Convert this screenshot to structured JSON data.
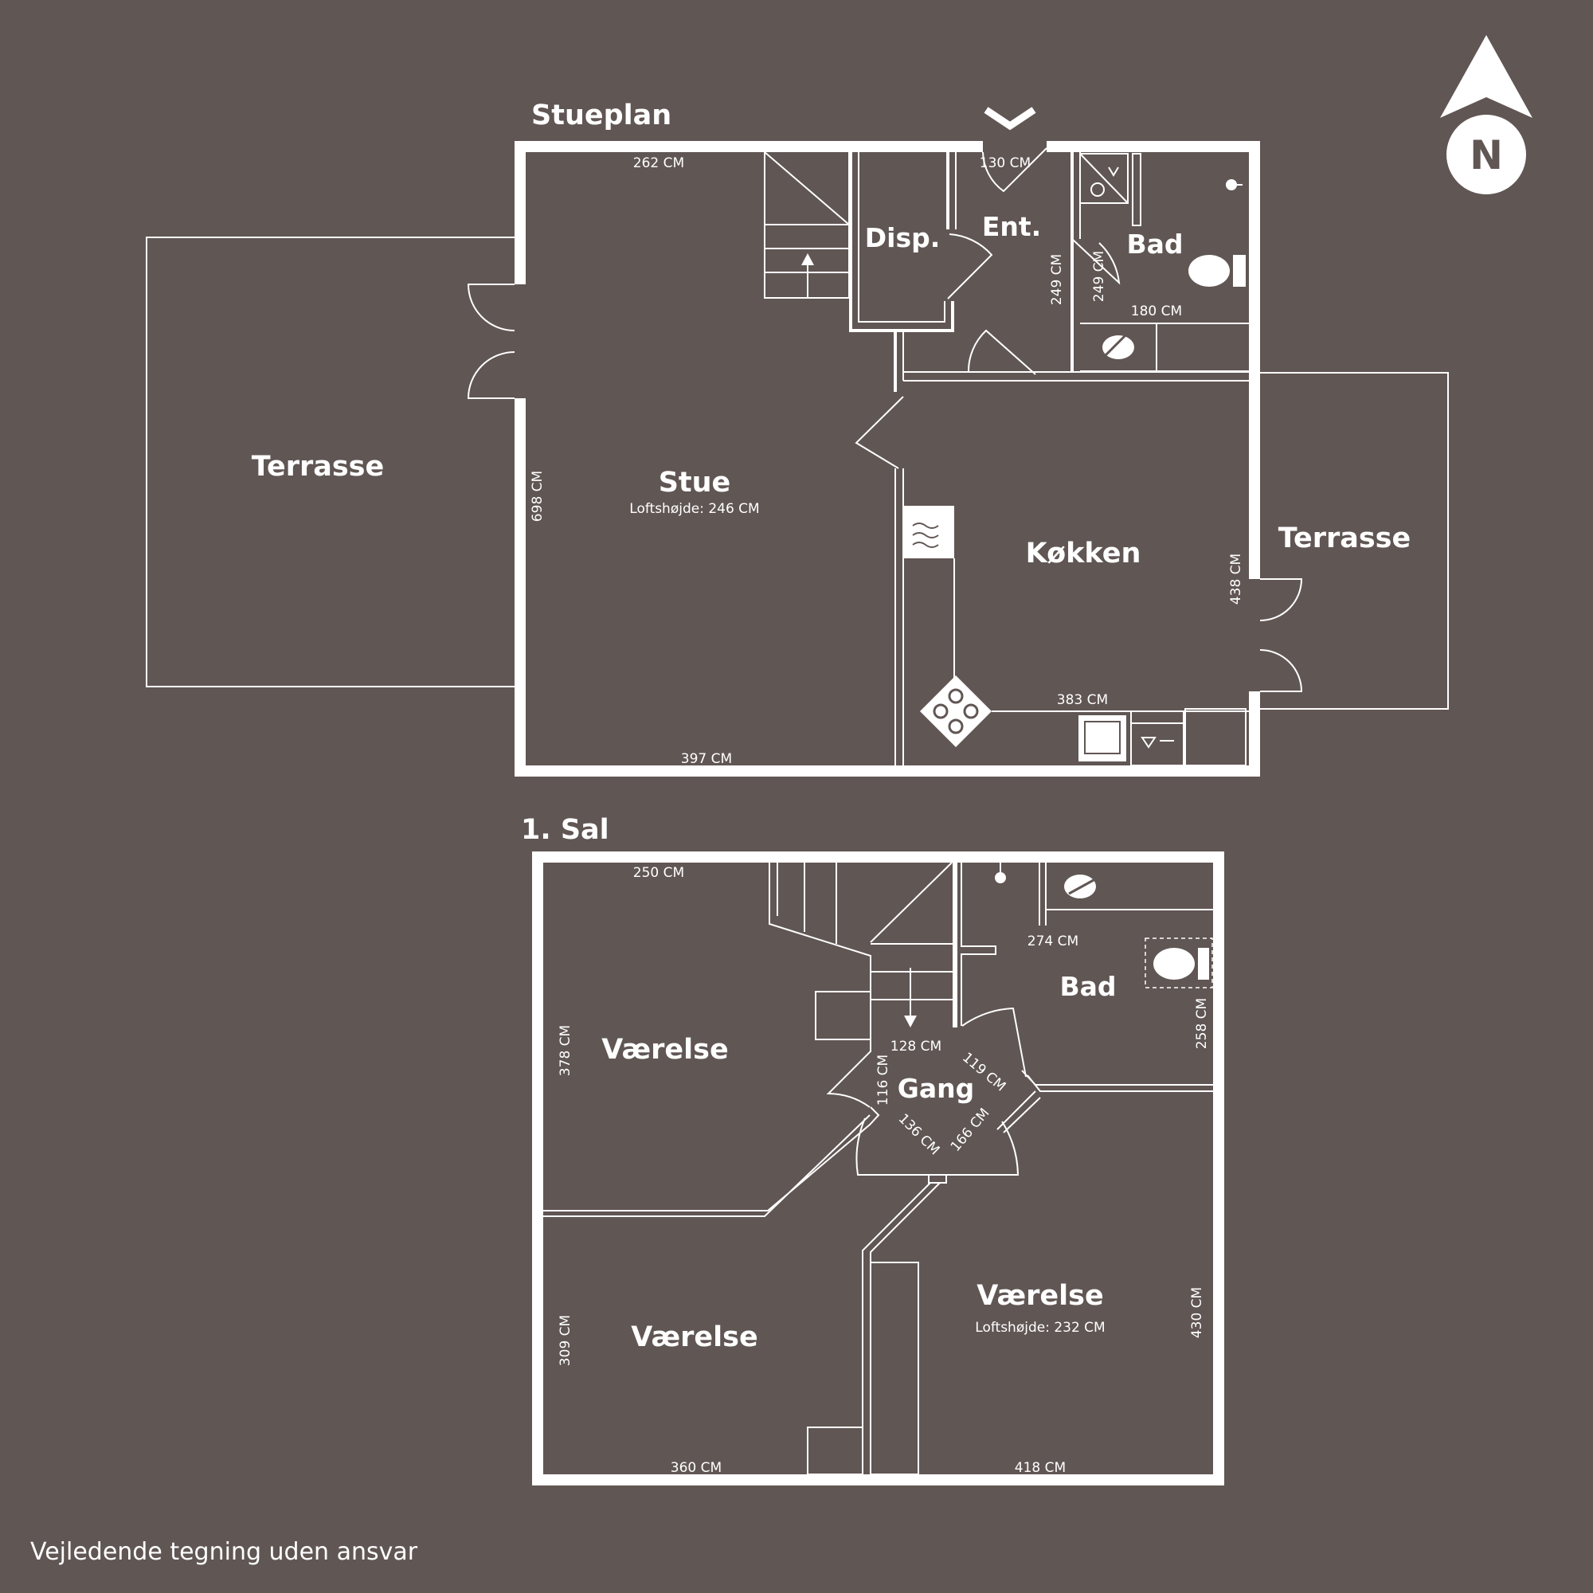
{
  "floors": {
    "ground": {
      "title": "Stueplan",
      "rooms": {
        "stue": "Stue",
        "stue_ceiling": "Loftshøjde: 246 CM",
        "terrasse_west": "Terrasse",
        "terrasse_east": "Terrasse",
        "disp": "Disp.",
        "ent": "Ent.",
        "bad": "Bad",
        "kokken": "Køkken"
      },
      "dimensions": {
        "top_left": "262 CM",
        "entrance": "130 CM",
        "stue_height": "698 CM",
        "bottom": "397 CM",
        "ent_height": "249 CM",
        "bad_height": "249 CM",
        "bad_width": "180 CM",
        "kokken_height": "438 CM",
        "kokken_width": "383 CM"
      }
    },
    "upper": {
      "title": "1. Sal",
      "rooms": {
        "vaerelse_nw": "Værelse",
        "vaerelse_sw": "Værelse",
        "vaerelse_se": "Værelse",
        "vaerelse_se_ceiling": "Loftshøjde: 232 CM",
        "bad": "Bad",
        "gang": "Gang"
      },
      "dimensions": {
        "top_left": "250 CM",
        "nw_height": "378 CM",
        "sw_height": "309 CM",
        "bottom_left": "360 CM",
        "bottom_right": "418 CM",
        "se_height": "430 CM",
        "bad_width": "274 CM",
        "bad_height": "258 CM",
        "gang_top": "128 CM",
        "gang_ne": "119 CM",
        "gang_w": "116 CM",
        "gang_sw": "136 CM",
        "gang_se": "166 CM"
      }
    }
  },
  "compass": {
    "label": "N"
  },
  "disclaimer": "Vejledende tegning uden ansvar",
  "colors": {
    "background": "#605654",
    "lines": "#ffffff"
  }
}
